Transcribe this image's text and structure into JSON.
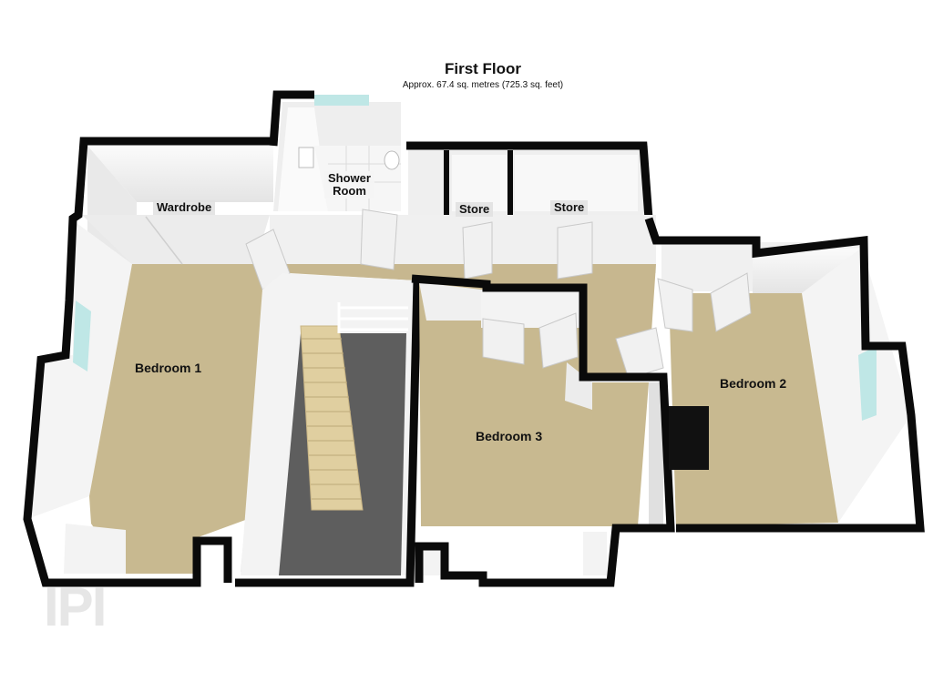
{
  "header": {
    "title": "First Floor",
    "area": "Approx. 67.4 sq. metres (725.3 sq. feet)"
  },
  "rooms": {
    "bedroom1": "Bedroom 1",
    "bedroom2": "Bedroom 2",
    "bedroom3": "Bedroom 3",
    "wardrobe": "Wardrobe",
    "shower_line1": "Shower",
    "shower_line2": "Room",
    "store_left": "Store",
    "store_right": "Store"
  },
  "watermark": "IPI",
  "colors": {
    "wall": "#0a0a0a",
    "carpet": "#c8b990",
    "wall_face": "#f2f2f2",
    "landing": "#c7b78f",
    "stair_void": "#5e5e5e",
    "stairs": "#e0cfa0",
    "window": "#bfe7e6"
  }
}
